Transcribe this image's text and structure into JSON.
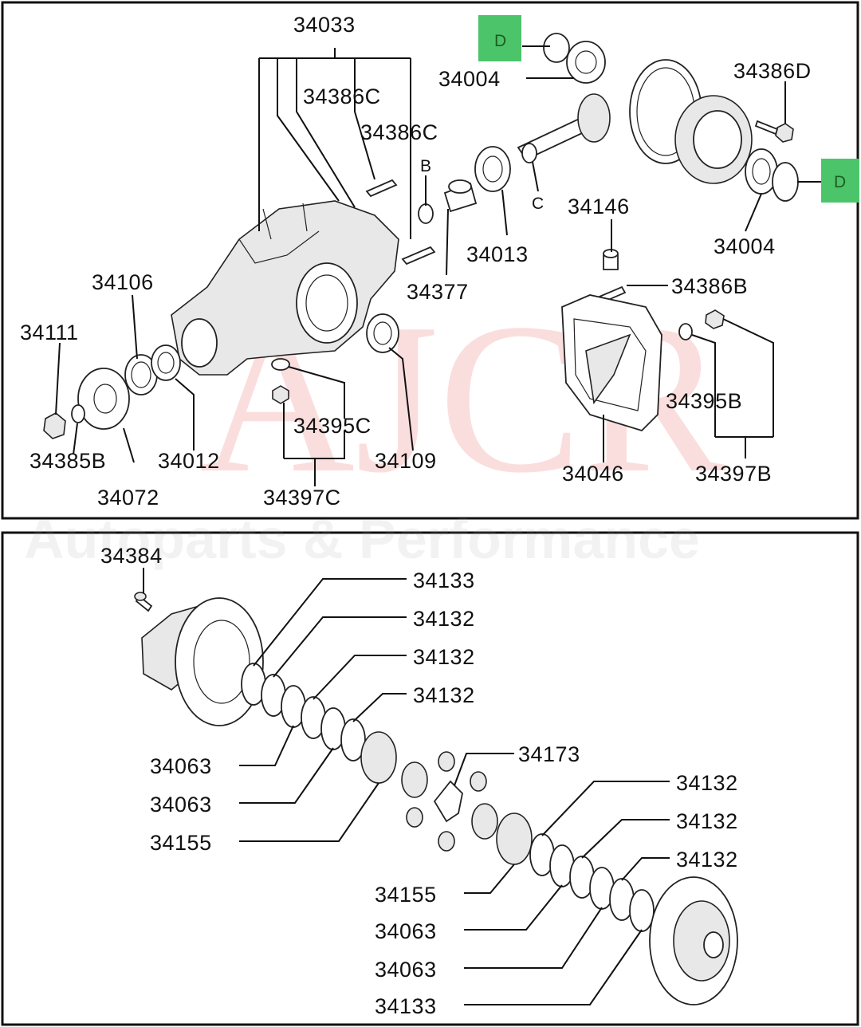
{
  "watermark": {
    "logo": "AJCR",
    "tagline": "Autoparts & Performance"
  },
  "colors": {
    "tag_bg": "#4cc56a",
    "watermark": "#e53935",
    "frame": "#111111"
  },
  "top_panel": {
    "labels": {
      "p34033": "34033",
      "p34386C_a": "34386C",
      "p34386C_b": "34386C",
      "p34004_a": "34004",
      "p34004_b": "34004",
      "p34386D": "34386D",
      "p34013": "34013",
      "p34146": "34146",
      "p34377": "34377",
      "p34386B": "34386B",
      "p34106": "34106",
      "p34111": "34111",
      "p34395C": "34395C",
      "p34109": "34109",
      "p34012": "34012",
      "p34385B": "34385B",
      "p34072": "34072",
      "p34397C": "34397C",
      "p34395B": "34395B",
      "p34046": "34046",
      "p34397B": "34397B",
      "ref_B": "B",
      "ref_C": "C"
    },
    "tags": {
      "d1": "D",
      "d2": "D"
    }
  },
  "bottom_panel": {
    "labels": {
      "p34384": "34384",
      "p34133_a": "34133",
      "p34132_a": "34132",
      "p34132_b": "34132",
      "p34132_c": "34132",
      "p34063_a": "34063",
      "p34063_b": "34063",
      "p34155_a": "34155",
      "p34173": "34173",
      "p34132_d": "34132",
      "p34132_e": "34132",
      "p34132_f": "34132",
      "p34155_b": "34155",
      "p34063_c": "34063",
      "p34063_d": "34063",
      "p34133_b": "34133"
    }
  }
}
